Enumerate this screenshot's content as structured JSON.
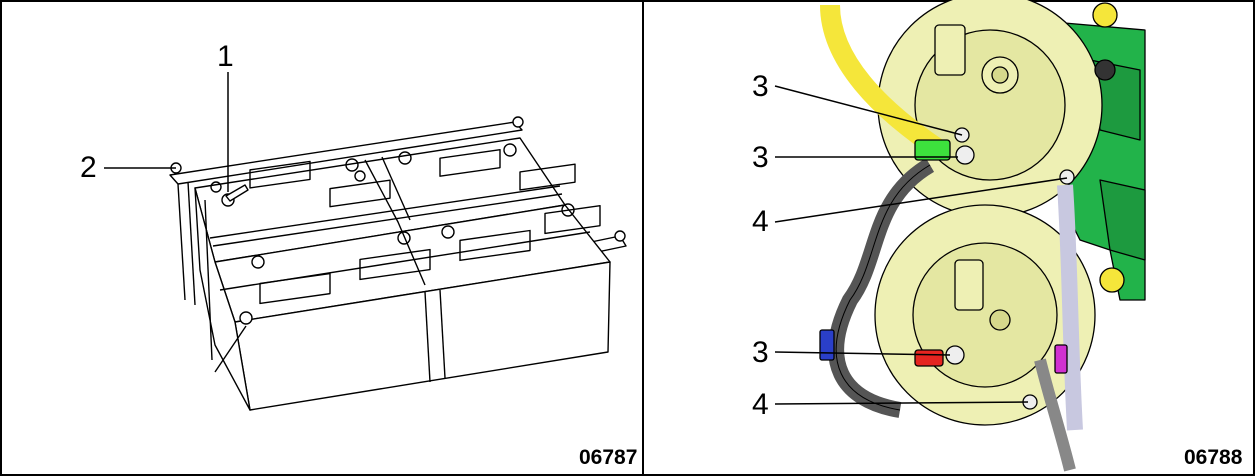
{
  "panels": [
    {
      "figure_number": "06787",
      "callouts": [
        "1",
        "2"
      ]
    },
    {
      "figure_number": "06788",
      "callouts": [
        "3",
        "3",
        "4",
        "3",
        "4"
      ]
    }
  ],
  "colors": {
    "line": "#000000",
    "alternator_body": "#eef0b4",
    "bracket_green": "#22b34a",
    "cable_yellow": "#f5e63a",
    "cable_dark": "#5a5a5a",
    "cable_light": "#c8c8e0",
    "terminal_red": "#e52420",
    "terminal_green": "#3de23d",
    "terminal_blue": "#2a3fc8",
    "terminal_magenta": "#d030d0"
  }
}
